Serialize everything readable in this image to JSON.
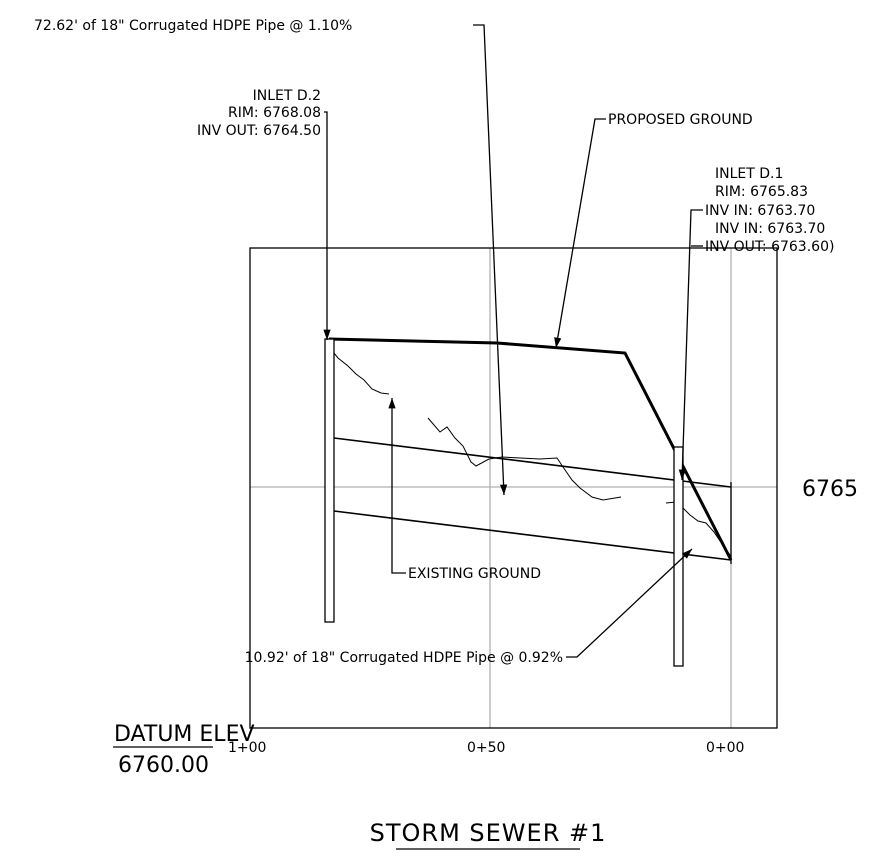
{
  "labels": {
    "pipe_upper": "72.62' of 18\" Corrugated HDPE Pipe @ 1.10%",
    "pipe_lower": "10.92' of 18\" Corrugated HDPE Pipe @ 0.92%",
    "proposed_ground": "PROPOSED GROUND",
    "existing_ground": "EXISTING GROUND"
  },
  "inlet_d2": {
    "name": "INLET D.2",
    "rim": "RIM: 6768.08",
    "inv_out": "INV OUT: 6764.50"
  },
  "inlet_d1": {
    "name": "INLET D.1",
    "rim": "RIM: 6765.83",
    "inv_in_1": "INV IN: 6763.70",
    "inv_in_2": "INV IN: 6763.70",
    "inv_out": "INV OUT: 6763.60)"
  },
  "axes": {
    "elevation_label": "6765",
    "station_labels": [
      "1+00",
      "0+50",
      "0+00"
    ]
  },
  "datum": {
    "title": "DATUM ELEV",
    "value": "6760.00"
  },
  "title": "STORM SEWER #1"
}
